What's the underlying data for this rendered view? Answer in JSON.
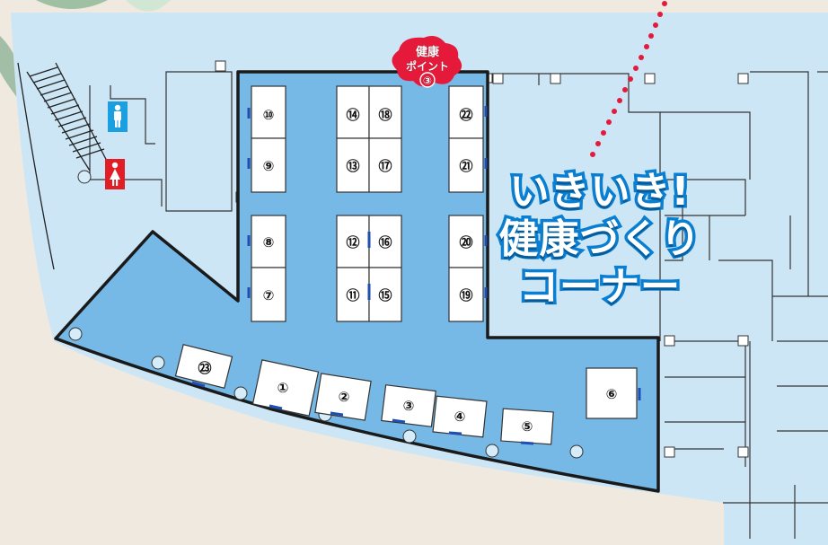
{
  "corner_title": {
    "line1": "いきいき!",
    "line2": "健康づくり",
    "line3": "コーナー"
  },
  "health_point_badge": {
    "line1": "健康",
    "line2": "ポイント",
    "number": "③",
    "color": "#e5193a"
  },
  "booths": [
    {
      "id": "1",
      "label": "①"
    },
    {
      "id": "2",
      "label": "②"
    },
    {
      "id": "3",
      "label": "③"
    },
    {
      "id": "4",
      "label": "④"
    },
    {
      "id": "5",
      "label": "⑤"
    },
    {
      "id": "6",
      "label": "⑥"
    },
    {
      "id": "7",
      "label": "⑦"
    },
    {
      "id": "8",
      "label": "⑧"
    },
    {
      "id": "9",
      "label": "⑨"
    },
    {
      "id": "10",
      "label": "⑩"
    },
    {
      "id": "11",
      "label": "⑪"
    },
    {
      "id": "12",
      "label": "⑫"
    },
    {
      "id": "13",
      "label": "⑬"
    },
    {
      "id": "14",
      "label": "⑭"
    },
    {
      "id": "15",
      "label": "⑮"
    },
    {
      "id": "16",
      "label": "⑯"
    },
    {
      "id": "17",
      "label": "⑰"
    },
    {
      "id": "18",
      "label": "⑱"
    },
    {
      "id": "19",
      "label": "⑲"
    },
    {
      "id": "20",
      "label": "⑳"
    },
    {
      "id": "21",
      "label": "㉑"
    },
    {
      "id": "22",
      "label": "㉒"
    },
    {
      "id": "23",
      "label": "㉓"
    }
  ],
  "restrooms": {
    "male_icon": "male-restroom-icon",
    "female_icon": "female-restroom-icon",
    "male_color": "#1aa0e0",
    "female_color": "#e11e26"
  },
  "colors": {
    "floor_light": "#cce6f6",
    "zone_blue": "#77b9e6",
    "title_outline": "#0a7fd1",
    "background": "#efe9e0"
  }
}
